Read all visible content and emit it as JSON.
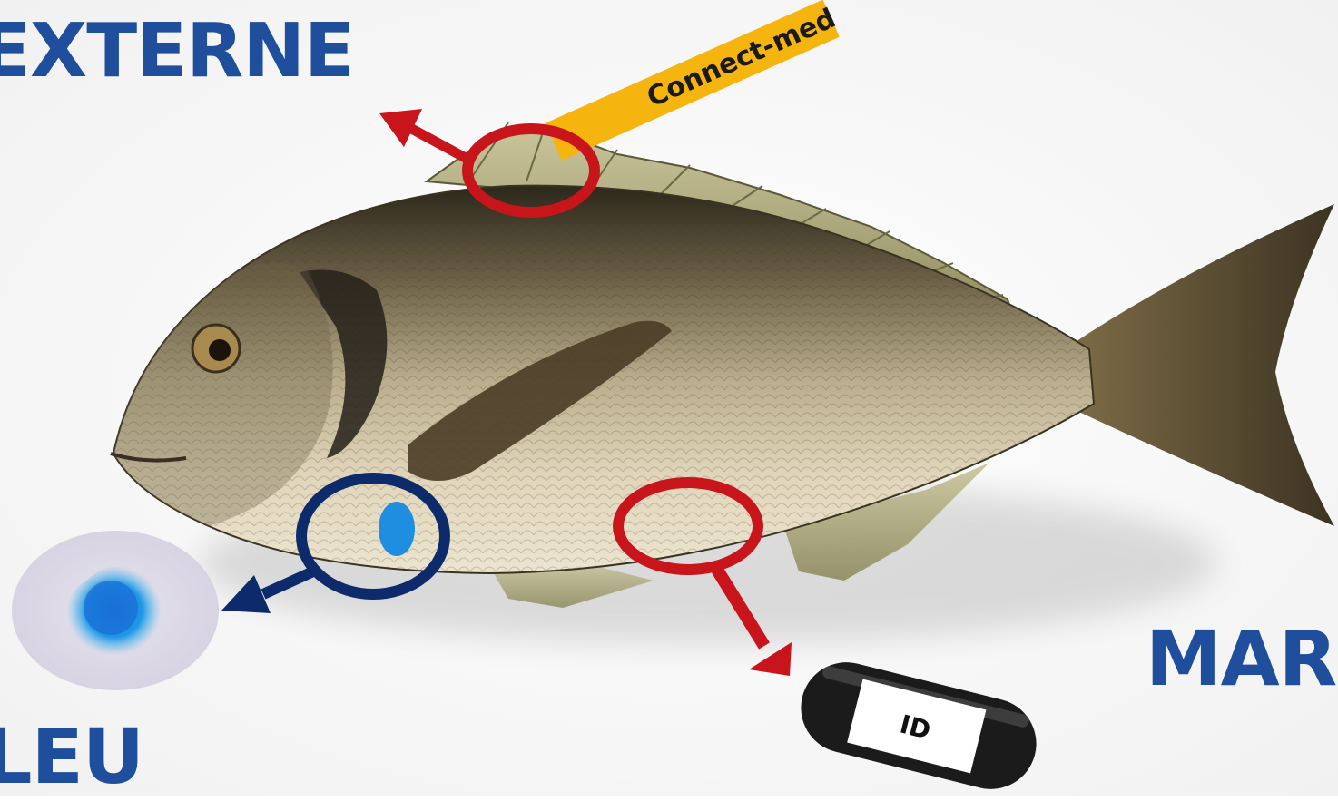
{
  "labels": {
    "external": "EXTERNE",
    "blue": "LEU",
    "mark": "MARQ"
  },
  "tags": {
    "fin_tag_text": "Connect-med",
    "capsule_text": "ID"
  },
  "colors": {
    "label_blue": "#1f4f9c",
    "marker_red": "#c8151c",
    "marker_navy": "#0d2b6b",
    "tag_yellow": "#f6b40e",
    "stain_blue": "#1e8fe0"
  },
  "icons": {
    "tag_location": "magnifier-red",
    "stain_location": "magnifier-navy",
    "pit_location": "magnifier-red"
  }
}
